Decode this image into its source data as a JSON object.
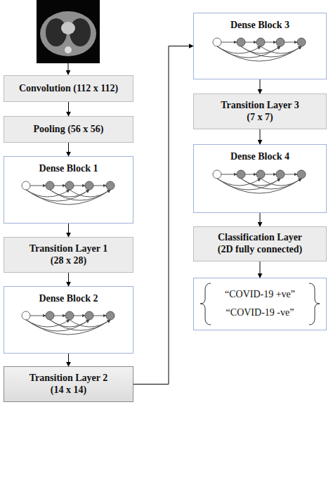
{
  "diagram": {
    "nodes": [
      {
        "text": [
          "Convolution (112 x 112)"
        ]
      },
      {
        "text": [
          "Pooling (56 x 56)"
        ]
      },
      {
        "text": [
          "Dense Block 1"
        ]
      },
      {
        "text": [
          "Transition Layer 1 (28 x 28)"
        ]
      },
      {
        "text": [
          "Dense Block 2"
        ]
      },
      {
        "text": [
          "Transition Layer 2 (14 x 14)"
        ]
      },
      {
        "text": [
          "Dense Block 3"
        ]
      },
      {
        "text": [
          "Transition Layer 3 (7 x 7)"
        ]
      },
      {
        "text": [
          "Dense Block 4"
        ]
      },
      {
        "text": [
          "Classification Layer (2D fully connected)"
        ]
      },
      {
        "text": [
          "“COVID-19 +ve”",
          "“COVID-19 -ve”"
        ]
      }
    ],
    "edges": [
      {
        "from": 0,
        "to": 1,
        "arrow": "to"
      },
      {
        "from": 1,
        "to": 2,
        "arrow": "to"
      },
      {
        "from": 2,
        "to": 3,
        "arrow": "to"
      },
      {
        "from": 3,
        "to": 4,
        "arrow": "to"
      },
      {
        "from": 4,
        "to": 5,
        "arrow": "to"
      },
      {
        "from": 5,
        "to": 6,
        "arrow": "to"
      },
      {
        "from": 6,
        "to": 7,
        "arrow": "to"
      },
      {
        "from": 7,
        "to": 8,
        "arrow": "to"
      },
      {
        "from": 8,
        "to": 9,
        "arrow": "to"
      },
      {
        "from": 9,
        "to": 10,
        "arrow": "to"
      }
    ]
  }
}
